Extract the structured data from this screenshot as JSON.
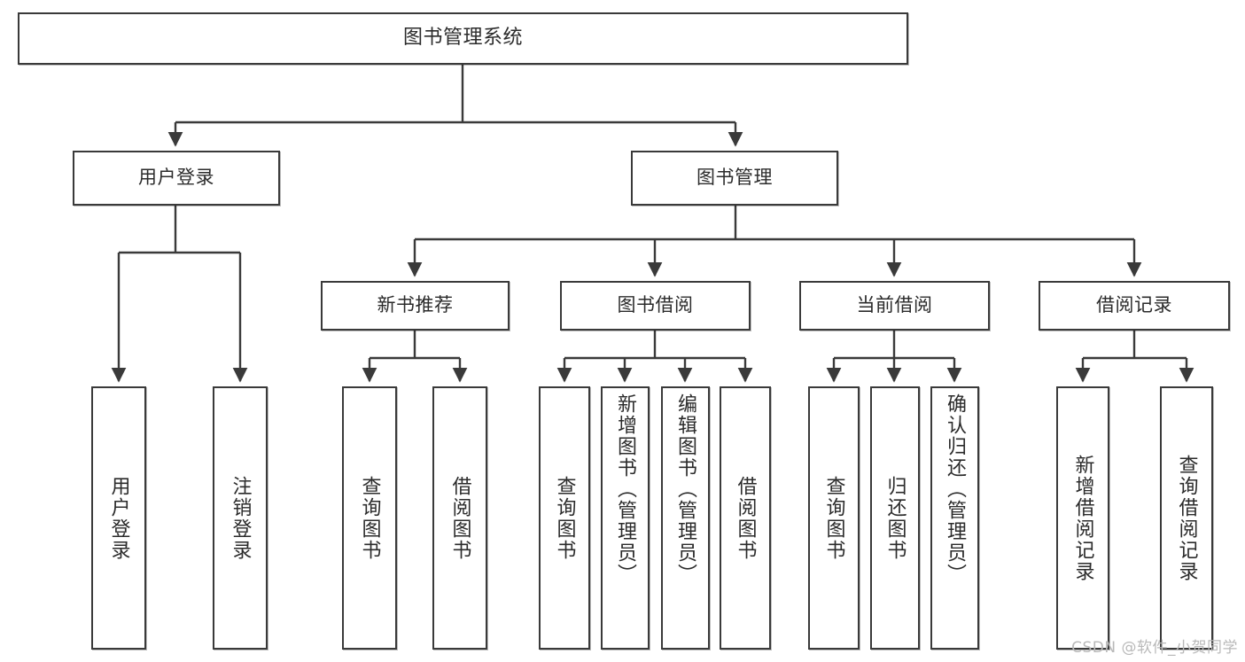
{
  "diagram": {
    "title": "图书管理系统",
    "type": "tree-hierarchy-chart",
    "watermark": "CSDN @软件_小贺同学",
    "colors": {
      "box_border": "#3a3a3a",
      "box_fill": "#ffffff",
      "connector": "#3a3a3a",
      "text": "#2b2b2b",
      "watermark": "#b9b9b9"
    }
  },
  "nodes": {
    "root": {
      "label": "图书管理系统"
    },
    "level2": [
      {
        "id": "user-login",
        "label": "用户登录"
      },
      {
        "id": "book-manage",
        "label": "图书管理"
      }
    ],
    "level3": [
      {
        "id": "new-book-recommend",
        "label": "新书推荐"
      },
      {
        "id": "book-borrow",
        "label": "图书借阅"
      },
      {
        "id": "current-borrow",
        "label": "当前借阅"
      },
      {
        "id": "borrow-record",
        "label": "借阅记录"
      }
    ],
    "leaves": {
      "user_login": [
        {
          "id": "leaf-user-login",
          "label": "用户登录"
        },
        {
          "id": "leaf-logout-login",
          "label": "注销登录"
        }
      ],
      "new_book_recommend": [
        {
          "id": "leaf-query-book-1",
          "label": "查询图书"
        },
        {
          "id": "leaf-borrow-book-1",
          "label": "借阅图书"
        }
      ],
      "book_borrow": [
        {
          "id": "leaf-query-book-2",
          "label": "查询图书"
        },
        {
          "id": "leaf-add-book",
          "label": "新增图书（管理员）"
        },
        {
          "id": "leaf-edit-book",
          "label": "编辑图书（管理员）"
        },
        {
          "id": "leaf-borrow-book-2",
          "label": "借阅图书"
        }
      ],
      "current_borrow": [
        {
          "id": "leaf-query-book-3",
          "label": "查询图书"
        },
        {
          "id": "leaf-return-book",
          "label": "归还图书"
        },
        {
          "id": "leaf-confirm-return",
          "label": "确认归还（管理员）"
        }
      ],
      "borrow_record": [
        {
          "id": "leaf-add-record",
          "label": "新增借阅记录"
        },
        {
          "id": "leaf-query-record",
          "label": "查询借阅记录"
        }
      ]
    }
  }
}
